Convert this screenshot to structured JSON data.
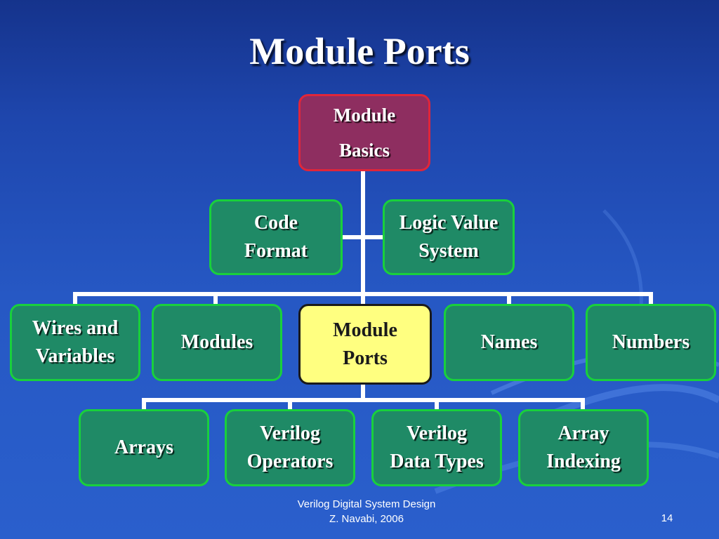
{
  "slide": {
    "title": "Module Ports",
    "footer_line1": "Verilog Digital System Design",
    "footer_line2": "Z. Navabi, 2006",
    "page_number": "14"
  },
  "diagram": {
    "root": {
      "lines": [
        "Module",
        "Basics"
      ]
    },
    "side_nodes": [
      {
        "lines": [
          "Code",
          "Format"
        ]
      },
      {
        "lines": [
          "Logic Value",
          "System"
        ]
      }
    ],
    "middle_nodes": [
      {
        "lines": [
          "Wires and",
          "Variables"
        ]
      },
      {
        "lines": [
          "Modules"
        ]
      },
      {
        "lines": [
          "Module",
          "Ports"
        ],
        "highlighted": true
      },
      {
        "lines": [
          "Names"
        ]
      },
      {
        "lines": [
          "Numbers"
        ]
      }
    ],
    "bottom_nodes": [
      {
        "lines": [
          "Arrays"
        ]
      },
      {
        "lines": [
          "Verilog",
          "Operators"
        ]
      },
      {
        "lines": [
          "Verilog",
          "Data Types"
        ]
      },
      {
        "lines": [
          "Array",
          "Indexing"
        ]
      }
    ]
  },
  "colors": {
    "background": "#2658c4",
    "root_fill": "#8e2e60",
    "root_border": "#e0263a",
    "node_fill": "#1f8a66",
    "node_border": "#19d03c",
    "highlight_fill": "#ffff80",
    "highlight_border": "#1a1a1a",
    "connector": "#ffffff"
  }
}
